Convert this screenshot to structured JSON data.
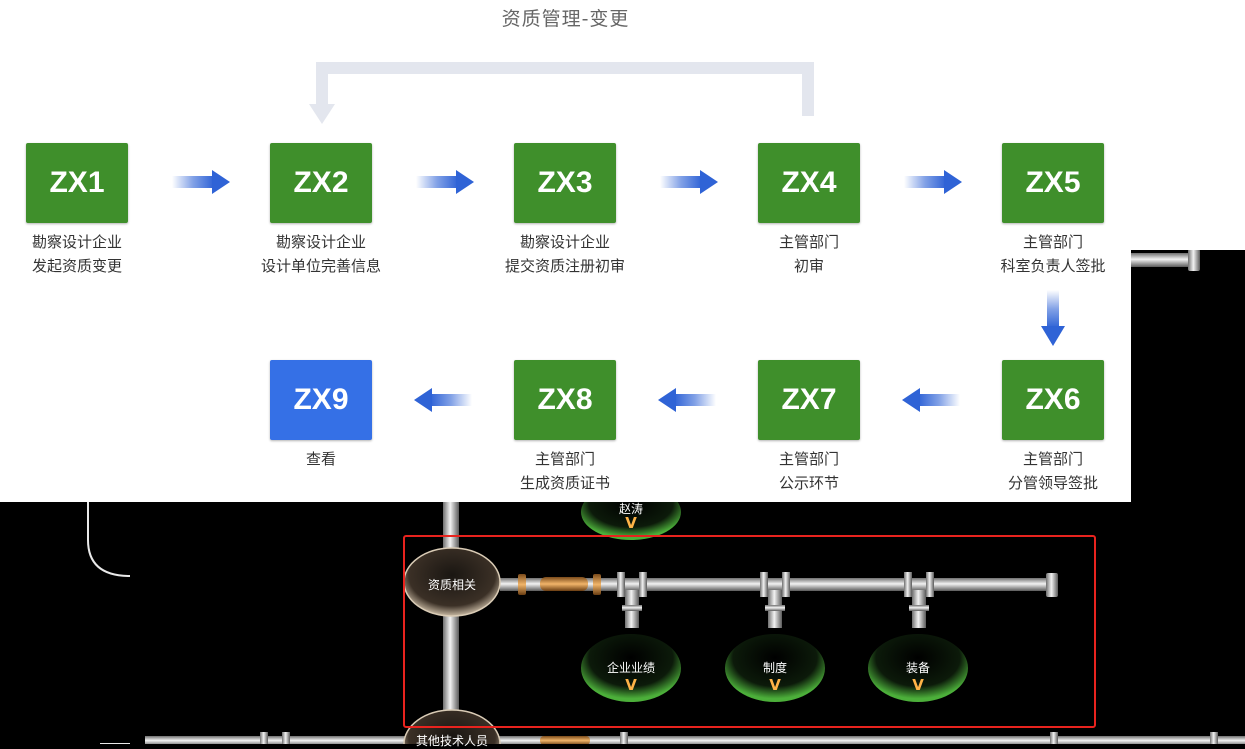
{
  "flow": {
    "title": "资质管理-变更",
    "steps": [
      {
        "code": "ZX1",
        "line1": "勘察设计企业",
        "line2": "发起资质变更"
      },
      {
        "code": "ZX2",
        "line1": "勘察设计企业",
        "line2": "设计单位完善信息"
      },
      {
        "code": "ZX3",
        "line1": "勘察设计企业",
        "line2": "提交资质注册初审"
      },
      {
        "code": "ZX4",
        "line1": "主管部门",
        "line2": "初审"
      },
      {
        "code": "ZX5",
        "line1": "主管部门",
        "line2": "科室负责人签批"
      },
      {
        "code": "ZX6",
        "line1": "主管部门",
        "line2": "分管领导签批"
      },
      {
        "code": "ZX7",
        "line1": "主管部门",
        "line2": "公示环节"
      },
      {
        "code": "ZX8",
        "line1": "主管部门",
        "line2": "生成资质证书"
      },
      {
        "code": "ZX9",
        "line1": "查看",
        "line2": ""
      }
    ],
    "colors": {
      "step_green": "#3f8f2b",
      "step_final_blue": "#3570e6",
      "arrow_blue": "#2f63d6",
      "highlight_red": "#e8231e"
    }
  },
  "pipes": {
    "hub_label": "资质相关",
    "top_node_label": "赵涛",
    "sub_nodes": [
      {
        "label": "企业业绩",
        "marker": "V"
      },
      {
        "label": "制度",
        "marker": "V"
      },
      {
        "label": "装备",
        "marker": "V"
      }
    ],
    "top_node_marker": "V",
    "bottom_hub_label": "其他技术人员"
  }
}
